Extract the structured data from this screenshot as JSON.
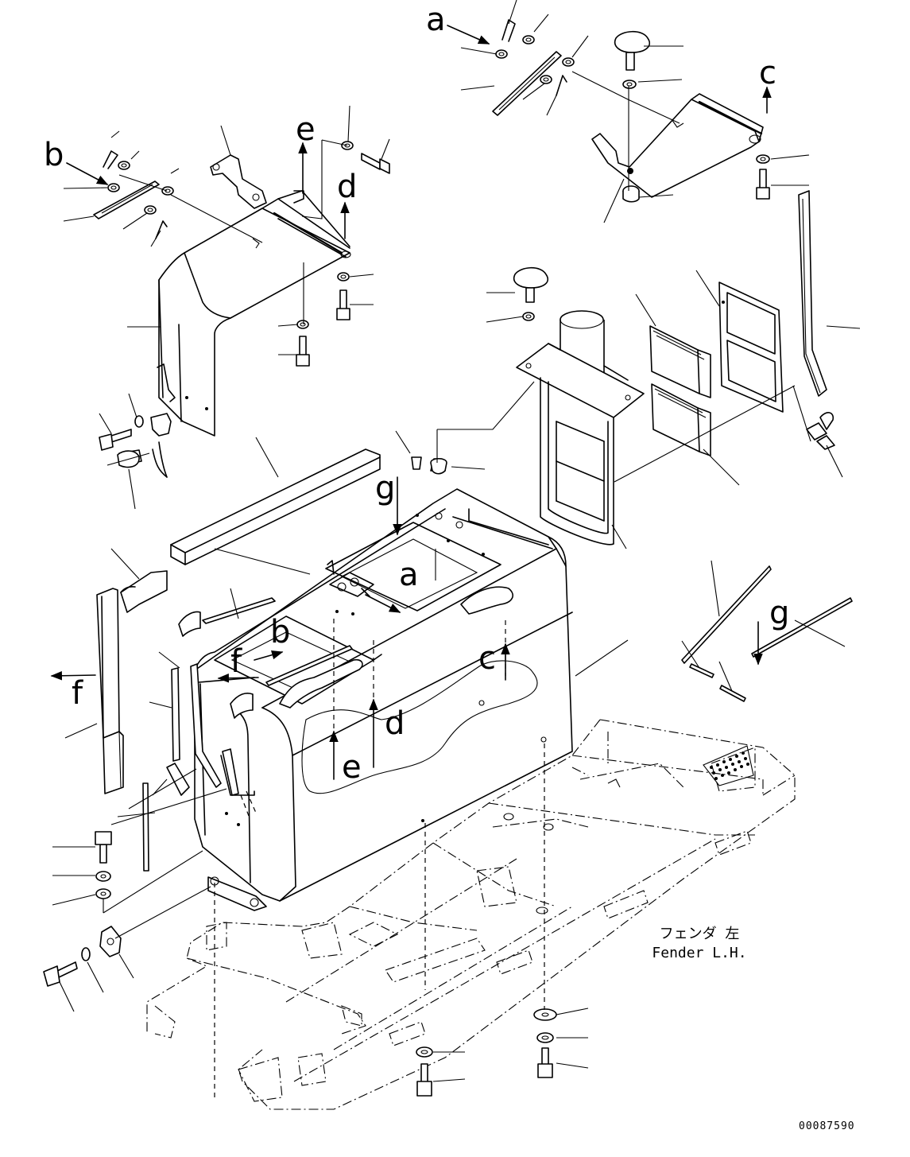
{
  "callout_labels": {
    "a_top": "a",
    "a_body": "a",
    "b_top": "b",
    "b_body": "b",
    "c_top": "c",
    "c_body": "c",
    "d_top": "d",
    "d_body": "d",
    "e_top": "e",
    "e_body": "e",
    "f_side": "f",
    "f_body": "f",
    "g_top": "g",
    "g_side": "g"
  },
  "caption": {
    "japanese": "フェンダ 左",
    "english": "Fender L.H."
  },
  "drawing_number": "00087590"
}
